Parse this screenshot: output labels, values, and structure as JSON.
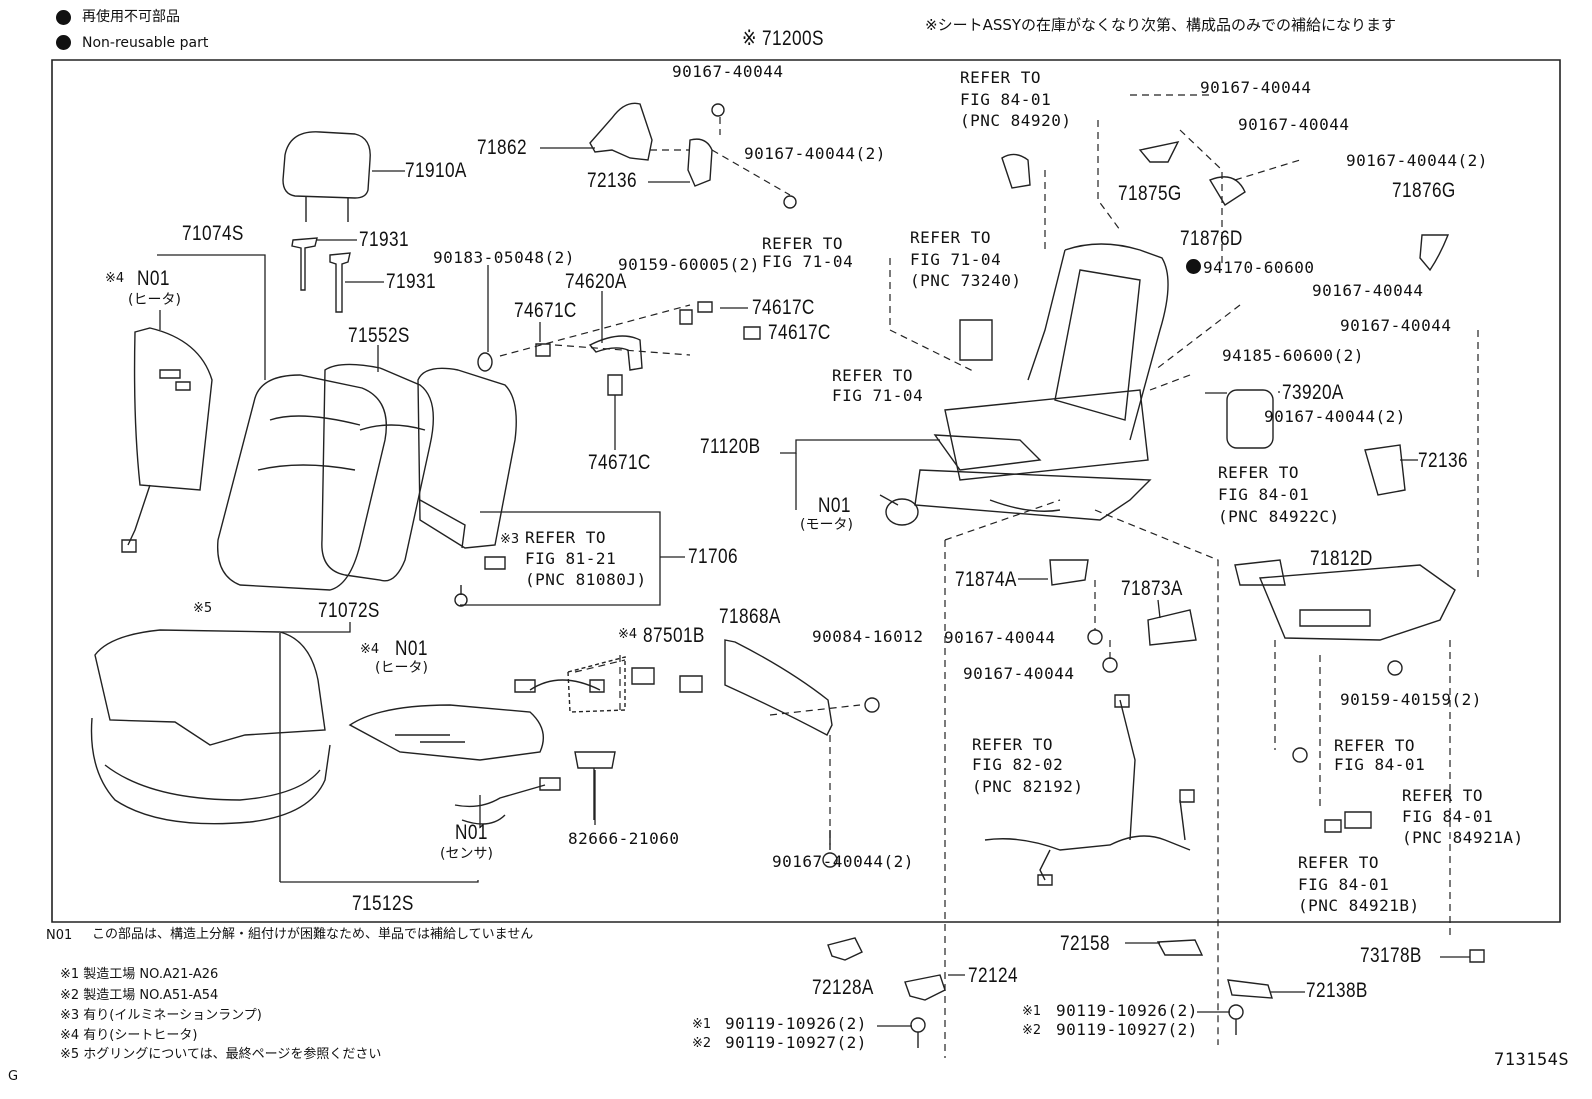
{
  "legend": {
    "line1": "再使用不可部品",
    "line2": "Non-reusable part"
  },
  "header": {
    "main_pnc": "※ 71200S",
    "supply_note": "※シートASSYの在庫がなくなり次第、構成品のみでの補給になります"
  },
  "labels": {
    "l01": "90167-40044",
    "l02": "71862",
    "l03": "90167-40044(2)",
    "l04": "72136",
    "l05": "71910A",
    "l06": "71931",
    "l07": "71931",
    "l08": "71074S",
    "l09": "※4",
    "l10": "N01",
    "l11": "(ヒータ)",
    "l12": "90183-05048(2)",
    "l13": "74620A",
    "l14": "90159-60005(2)",
    "l15": "74617C",
    "l16": "74671C",
    "l17": "74617C",
    "l18": "71552S",
    "l19": "74671C",
    "l20": "REFER TO",
    "l21": "FIG 71-04",
    "l22": "REFER TO",
    "l23": "FIG 71-04",
    "l24": "(PNC 73240)",
    "l25": "REFER TO",
    "l26": "FIG 84-01",
    "l27": "(PNC 84920)",
    "l28": "REFER TO",
    "l29": "FIG 71-04",
    "l30": "71120B",
    "l31": "N01",
    "l32": "(モータ)",
    "l33": "90167-40044",
    "l34": "90167-40044",
    "l35": "90167-40044(2)",
    "l36": "71875G",
    "l37": "71876G",
    "l38": "71876D",
    "l39": "94170-60600",
    "l40": "90167-40044",
    "l41": "90167-40044",
    "l42": "94185-60600(2)",
    "l43": "73920A",
    "l44": "90167-40044(2)",
    "l45": "72136",
    "l46": "REFER TO",
    "l47": "FIG 84-01",
    "l48": "(PNC 84922C)",
    "l49": "※3",
    "l50": "REFER TO",
    "l51": "FIG 81-21",
    "l52": "(PNC 81080J)",
    "l53": "71706",
    "l54": "※5",
    "l55": "71072S",
    "l56": "※4",
    "l57": "87501B",
    "l58": "71868A",
    "l59": "90084-16012",
    "l60": "71874A",
    "l61": "71873A",
    "l62": "71812D",
    "l63": "※4",
    "l64": "N01",
    "l65": "(ヒータ)",
    "l66": "90167-40044",
    "l67": "90167-40044",
    "l68": "90159-40159(2)",
    "l69": "REFER TO",
    "l70": "FIG 84-01",
    "l71": "REFER TO",
    "l72": "FIG 82-02",
    "l73": "(PNC 82192)",
    "l74": "REFER TO",
    "l75": "FIG 84-01",
    "l76": "(PNC 84921A)",
    "l77": "N01",
    "l78": "(センサ)",
    "l79": "82666-21060",
    "l80": "90167-40044(2)",
    "l81": "REFER TO",
    "l82": "FIG 84-01",
    "l83": "(PNC 84921B)",
    "l84": "71512S",
    "l85": "72158",
    "l86": "73178B",
    "l87": "72128A",
    "l88": "72124",
    "l89": "72138B",
    "l90": "※1",
    "l91": "90119-10926(2)",
    "l92": "※2",
    "l93": "90119-10927(2)",
    "l94": "※1",
    "l95": "90119-10926(2)",
    "l96": "※2",
    "l97": "90119-10927(2)"
  },
  "notes": {
    "n01_code": "N01",
    "n01_text": "この部品は、構造上分解・組付けが困難なため、単品では補給していません",
    "r1": "※1 製造工場 NO.A21-A26",
    "r2": "※2 製造工場 NO.A51-A54",
    "r3": "※3 有り(イルミネーションランプ)",
    "r4": "※4 有り(シートヒータ)",
    "r5": "※5 ホグリングについては、最終ページを参照ください"
  },
  "footer": {
    "corner": "G",
    "fig_id": "713154S"
  }
}
